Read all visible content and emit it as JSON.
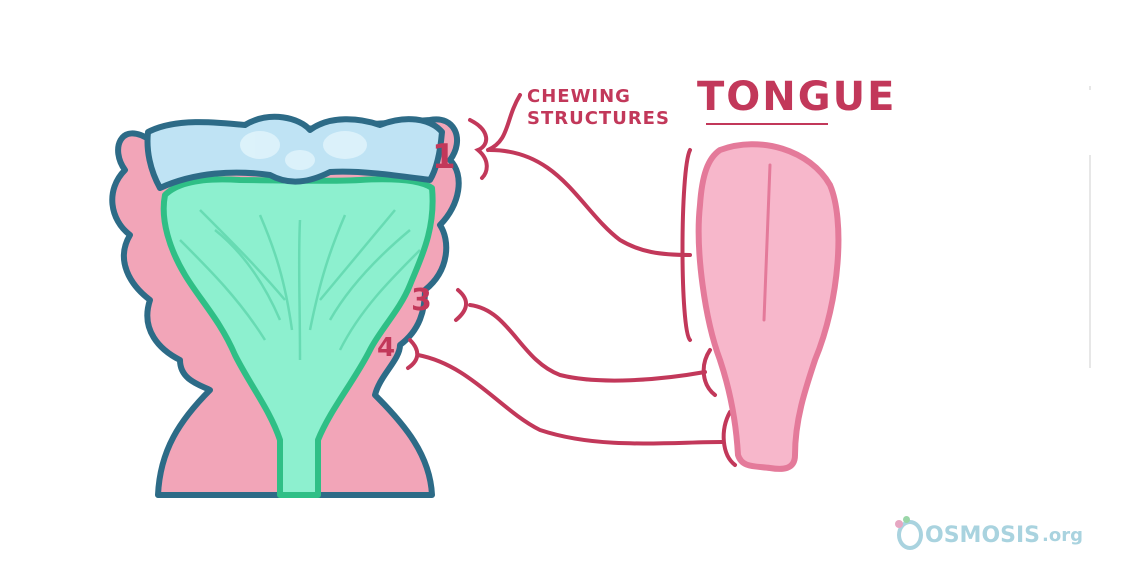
{
  "labels": {
    "chewing_structures_line1": "CHEWING",
    "chewing_structures_line2": "STRUCTURES",
    "tongue_title": "TONGUE",
    "number_1": "1",
    "number_3": "3",
    "number_4": "4"
  },
  "logo": {
    "name": "OSMOSIS",
    "suffix": ".org"
  },
  "colors": {
    "outline_blue": "#2d6b87",
    "pink_fill": "#f2a5b8",
    "teeth_blue": "#bfe3f4",
    "green_fill": "#8df0cf",
    "green_outline": "#2fbf86",
    "label_red": "#c2385a",
    "tongue_fill": "#f7b7cb",
    "tongue_outline": "#e47a9a"
  }
}
